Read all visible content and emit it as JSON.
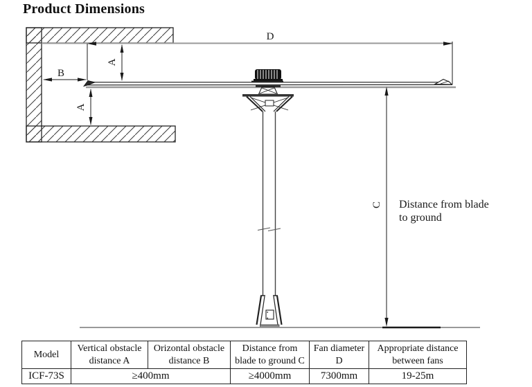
{
  "title": "Product Dimensions",
  "diagram": {
    "labels": {
      "d": "D",
      "b": "B",
      "c": "C",
      "a_upper": "A",
      "a_lower": "A",
      "c_note_1": "Distance from blade",
      "c_note_2": "to ground"
    },
    "colors": {
      "line": "#1a1a1a",
      "secondary_line": "#999999",
      "motor_fill": "#111111",
      "background": "#ffffff"
    }
  },
  "table": {
    "headers": [
      "Model",
      "Vertical obstacle distance A",
      "Orizontal obstacle distance B",
      "Distance from blade to ground C",
      "Fan diameter D",
      "Appropriate distance between fans"
    ],
    "row": {
      "model": "ICF-73S",
      "ab_value": "≥400mm",
      "c_value": "≥4000mm",
      "d_value": "7300mm",
      "spacing_value": "19-25m"
    }
  }
}
